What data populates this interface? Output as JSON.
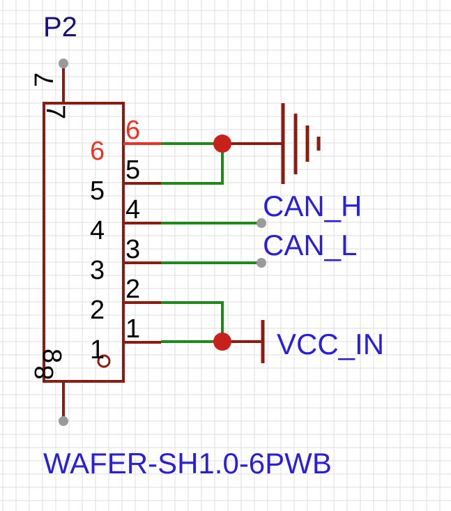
{
  "colors": {
    "grid": "#dcdcdc",
    "body": "#8b1c12",
    "wire": "#1f8a17",
    "junction": "#c8201a",
    "endpoint": "#9a9a9a",
    "net_label": "#2a1fd6",
    "designator": "#1b0f7a",
    "pin_number": "#000000",
    "highlight": "#ea3323"
  },
  "component": {
    "designator": "P2",
    "value": "WAFER-SH1.0-6PWB",
    "pin_7": "7",
    "pin_8": "8",
    "pins": [
      {
        "num": "6",
        "highlighted": true
      },
      {
        "num": "5",
        "highlighted": false
      },
      {
        "num": "4",
        "highlighted": false
      },
      {
        "num": "3",
        "highlighted": false
      },
      {
        "num": "2",
        "highlighted": false
      },
      {
        "num": "1",
        "highlighted": false
      }
    ]
  },
  "nets": {
    "can_h": "CAN_H",
    "can_l": "CAN_L",
    "vcc": "VCC_IN",
    "ground_icon": "ground-symbol-icon",
    "power_icon": "power-flag-icon"
  }
}
